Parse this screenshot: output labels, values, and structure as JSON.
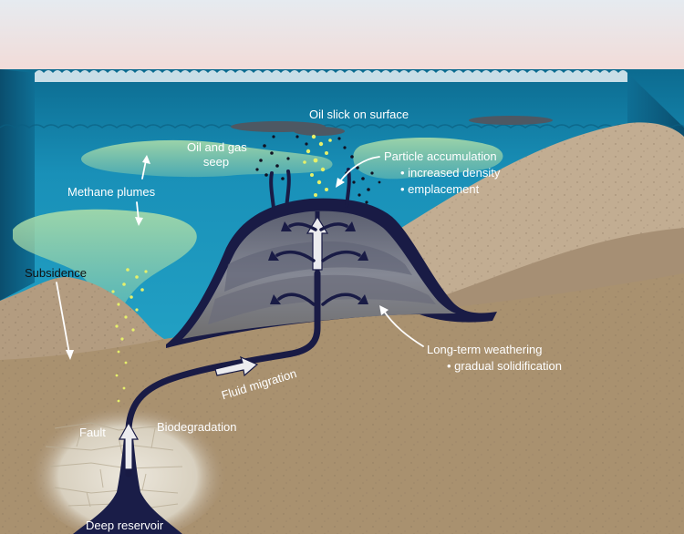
{
  "labels": {
    "oil_slick": "Oil slick on surface",
    "oil_gas_seep_line1": "Oil and gas",
    "oil_gas_seep_line2": "seep",
    "particle_accumulation": "Particle accumulation",
    "increased_density": "• increased density",
    "emplacement": "• emplacement",
    "methane_plumes": "Methane plumes",
    "subsidence": "Subsidence",
    "long_term_weathering": "Long-term weathering",
    "gradual_solidification": "• gradual solidification",
    "fluid_migration": "Fluid migration",
    "fault": "Fault",
    "biodegradation": "Biodegradation",
    "deep_reservoir": "Deep reservoir"
  },
  "colors": {
    "sky_top": "#e9edf1",
    "sky_bottom": "#f3d9d6",
    "water_deep": "#0d6e93",
    "water_light": "#1c99bf",
    "sediment": "#a99277",
    "sediment_light": "#c4b096",
    "mound_dark": "#1a1d48",
    "mound_grey": "#858894",
    "plume": "#a8d8a8",
    "oil": "#4d5863",
    "bubble": "#e6f06a",
    "arrow": "#e9e9ec",
    "label": "#ffffff"
  }
}
